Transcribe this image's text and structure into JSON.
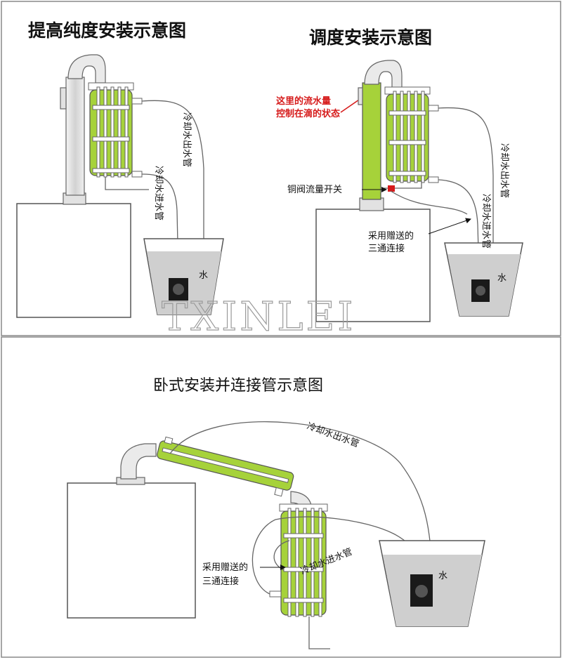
{
  "panel_top_left": {
    "title": "提高纯度安装示意图",
    "label_outlet": "冷却水出水管",
    "label_inlet": "冷却水进水管",
    "label_water": "水"
  },
  "panel_top_right": {
    "title": "调度安装示意图",
    "note_line1": "这里的流水量",
    "note_line2": "控制在滴的状态",
    "label_valve": "铜阀流量开关",
    "label_tee_line1": "采用赠送的",
    "label_tee_line2": "三通连接",
    "label_outlet": "冷却水出水管",
    "label_inlet": "冷却水进水管",
    "label_water": "水"
  },
  "panel_bottom": {
    "title": "卧式安装并连接管示意图",
    "label_outlet": "冷却水出水管",
    "label_inlet": "冷却水进水管",
    "label_tee_line1": "采用赠送的",
    "label_tee_line2": "三通连接",
    "label_water": "水"
  },
  "watermark": "TXINLEI",
  "colors": {
    "condenser_green": "#a6d23a",
    "note_red": "#d61a1a",
    "water_gray": "#cfcfcf"
  }
}
